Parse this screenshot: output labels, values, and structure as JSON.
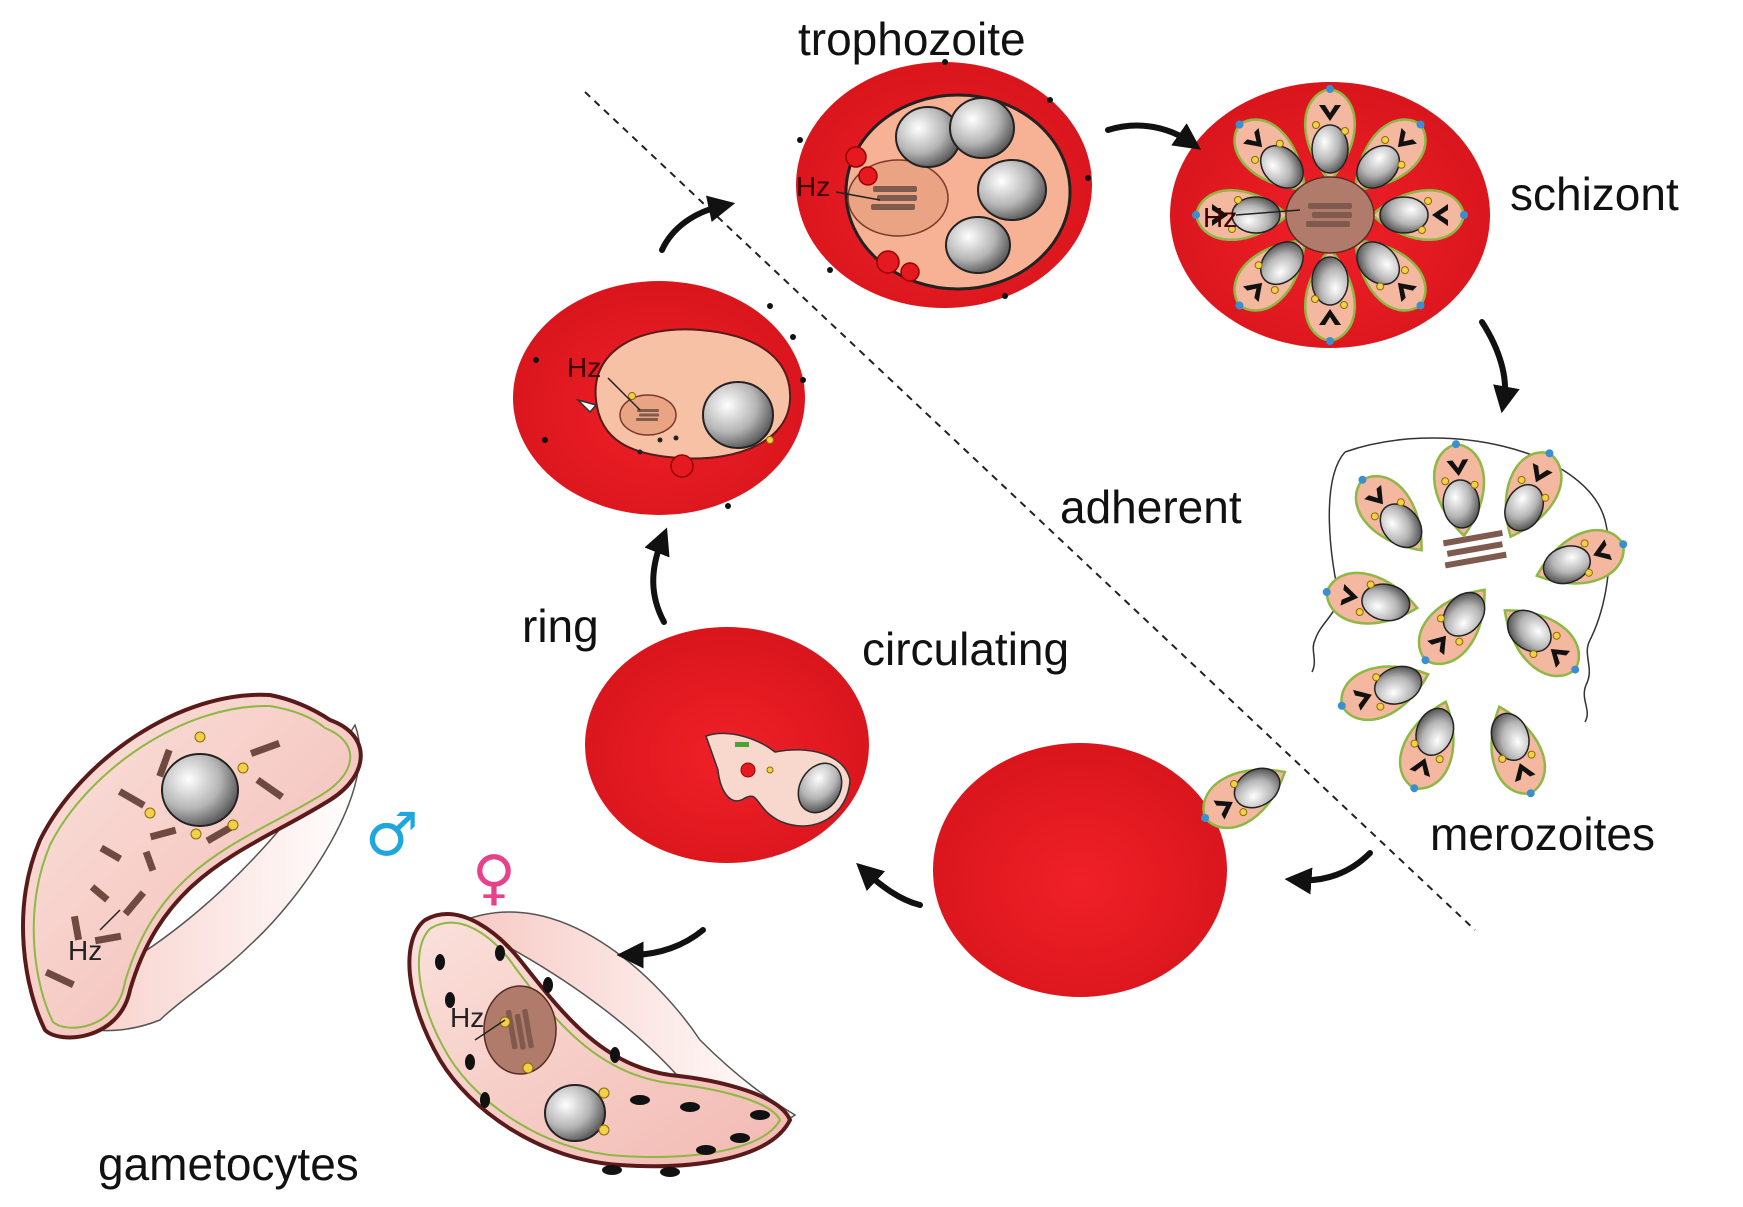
{
  "labels": {
    "trophozoite": "trophozoite",
    "schizont": "schizont",
    "adherent": "adherent",
    "merozoites": "merozoites",
    "ring": "ring",
    "circulating": "circulating",
    "gametocytes": "gametocytes"
  },
  "hz": {
    "ring": "Hz",
    "trophozoite": "Hz",
    "schizont": "Hz",
    "male": "Hz",
    "female": "Hz"
  },
  "symbols": {
    "male": "♂",
    "female": "♀"
  },
  "colors": {
    "rbc": "#ec1c24",
    "parasite": "#f7b9a0",
    "gametocyte": "#f7d1cc",
    "hemozoin": "#9a6a5a",
    "male_symbol": "#1fa6dd",
    "female_symbol": "#e8418a",
    "membrane_green": "#9ac24a"
  },
  "icons": [
    "hemozoin-crystals",
    "nucleus",
    "male-symbol",
    "female-symbol",
    "cycle-arrow"
  ]
}
